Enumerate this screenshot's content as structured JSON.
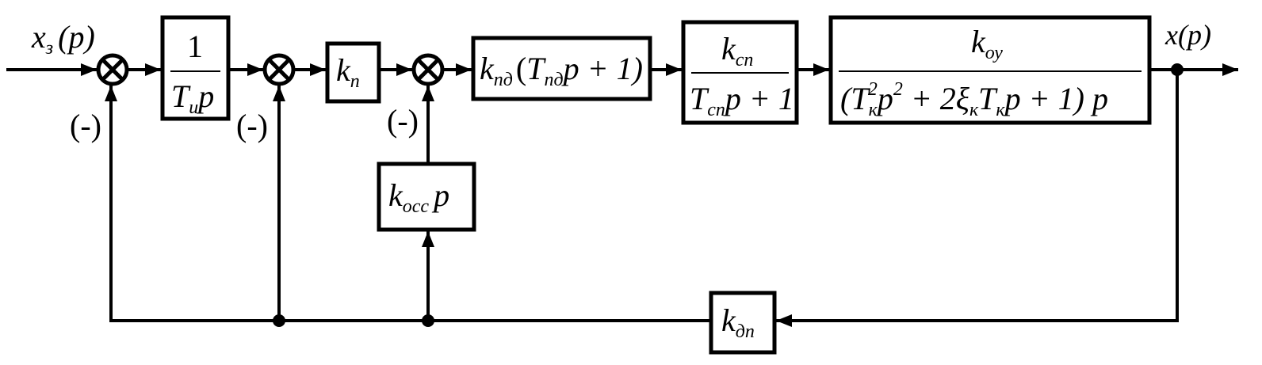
{
  "input": {
    "var": "x",
    "sub": "з",
    "arg": "(p)"
  },
  "output": {
    "label": "x(p)"
  },
  "minus_label": "(-)",
  "blocks": {
    "integrator": {
      "num": "1",
      "den_T": "T",
      "den_sub": "и",
      "den_p": "p"
    },
    "kp": {
      "k": "k",
      "sub": "п"
    },
    "pd": {
      "k": "k",
      "sub": "пд",
      "open": "(",
      "T": "T",
      "tsub": "пд",
      "rest": "p + 1)"
    },
    "sp": {
      "k": "k",
      "sub": "сп",
      "T": "T",
      "tsub": "сп",
      "rest": "p + 1"
    },
    "plant": {
      "k": "k",
      "sub": "оу",
      "den": [
        "(T",
        "к",
        "2",
        "p",
        "2",
        " + 2ξ",
        "к",
        "T",
        "к",
        "p + 1) p"
      ]
    },
    "koss": {
      "k": "k",
      "sub": "осс",
      "p": "p"
    },
    "kdp": {
      "k": "k",
      "sub": "дп"
    }
  }
}
